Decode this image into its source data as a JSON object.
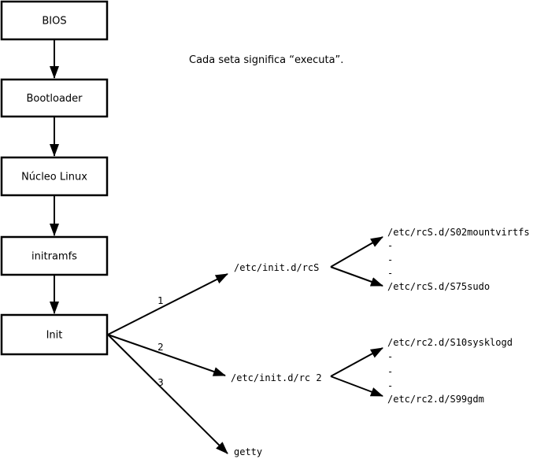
{
  "note": "Cada seta significa “executa”.",
  "flow_boxes": [
    {
      "label": "BIOS"
    },
    {
      "label": "Bootloader"
    },
    {
      "label": "Núcleo Linux"
    },
    {
      "label": "initramfs"
    },
    {
      "label": "Init"
    }
  ],
  "init_branches": [
    {
      "order_label": "1",
      "target": "/etc/init.d/rcS",
      "scripts": [
        "/etc/rcS.d/S02mountvirtfs",
        "-",
        "-",
        "-",
        "/etc/rcS.d/S75sudo"
      ]
    },
    {
      "order_label": "2",
      "target": "/etc/init.d/rc 2",
      "scripts": [
        "/etc/rc2.d/S10sysklogd",
        "-",
        "-",
        "-",
        "/etc/rc2.d/S99gdm"
      ]
    },
    {
      "order_label": "3",
      "target": "getty",
      "scripts": []
    }
  ],
  "colors": {
    "stroke": "#000000",
    "background": "#ffffff",
    "box_fill": "#ffffff"
  }
}
